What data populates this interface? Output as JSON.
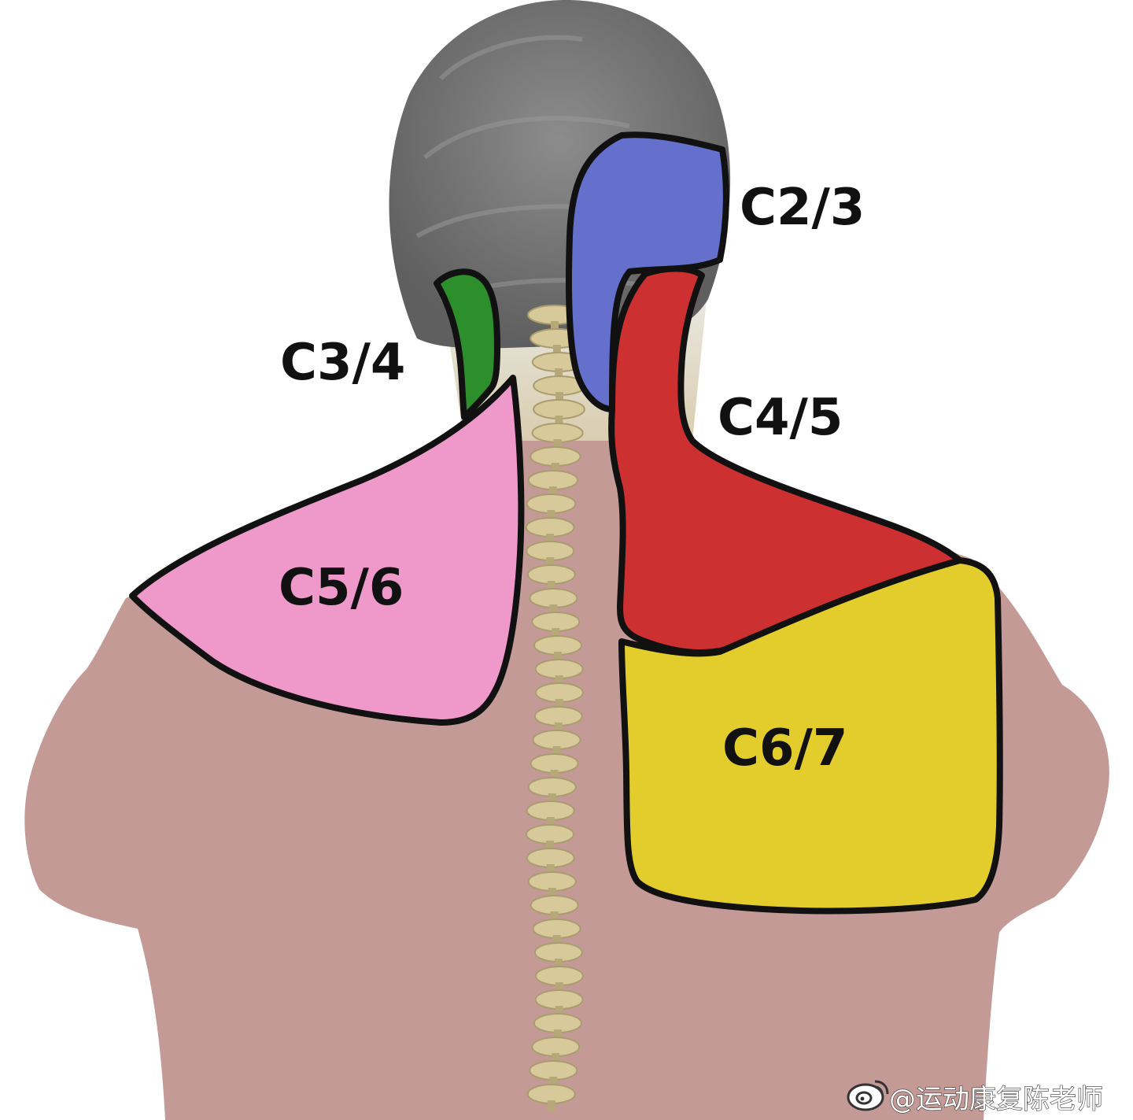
{
  "zones": [
    {
      "id": "c2-3",
      "label": "C2/3",
      "color": "#6470cc"
    },
    {
      "id": "c3-4",
      "label": "C3/4",
      "color": "#2c8f2c"
    },
    {
      "id": "c4-5",
      "label": "C4/5",
      "color": "#cc3030"
    },
    {
      "id": "c5-6",
      "label": "C5/6",
      "color": "#ee99c9"
    },
    {
      "id": "c6-7",
      "label": "C6/7",
      "color": "#e3cd2c"
    }
  ],
  "watermark": {
    "text": "@运动康复陈老师",
    "icon": "weibo-icon"
  },
  "colors": {
    "skin": "#c49a96",
    "hair": "#7a7a7a",
    "spine": "#d8c99a",
    "outline": "#111111"
  }
}
